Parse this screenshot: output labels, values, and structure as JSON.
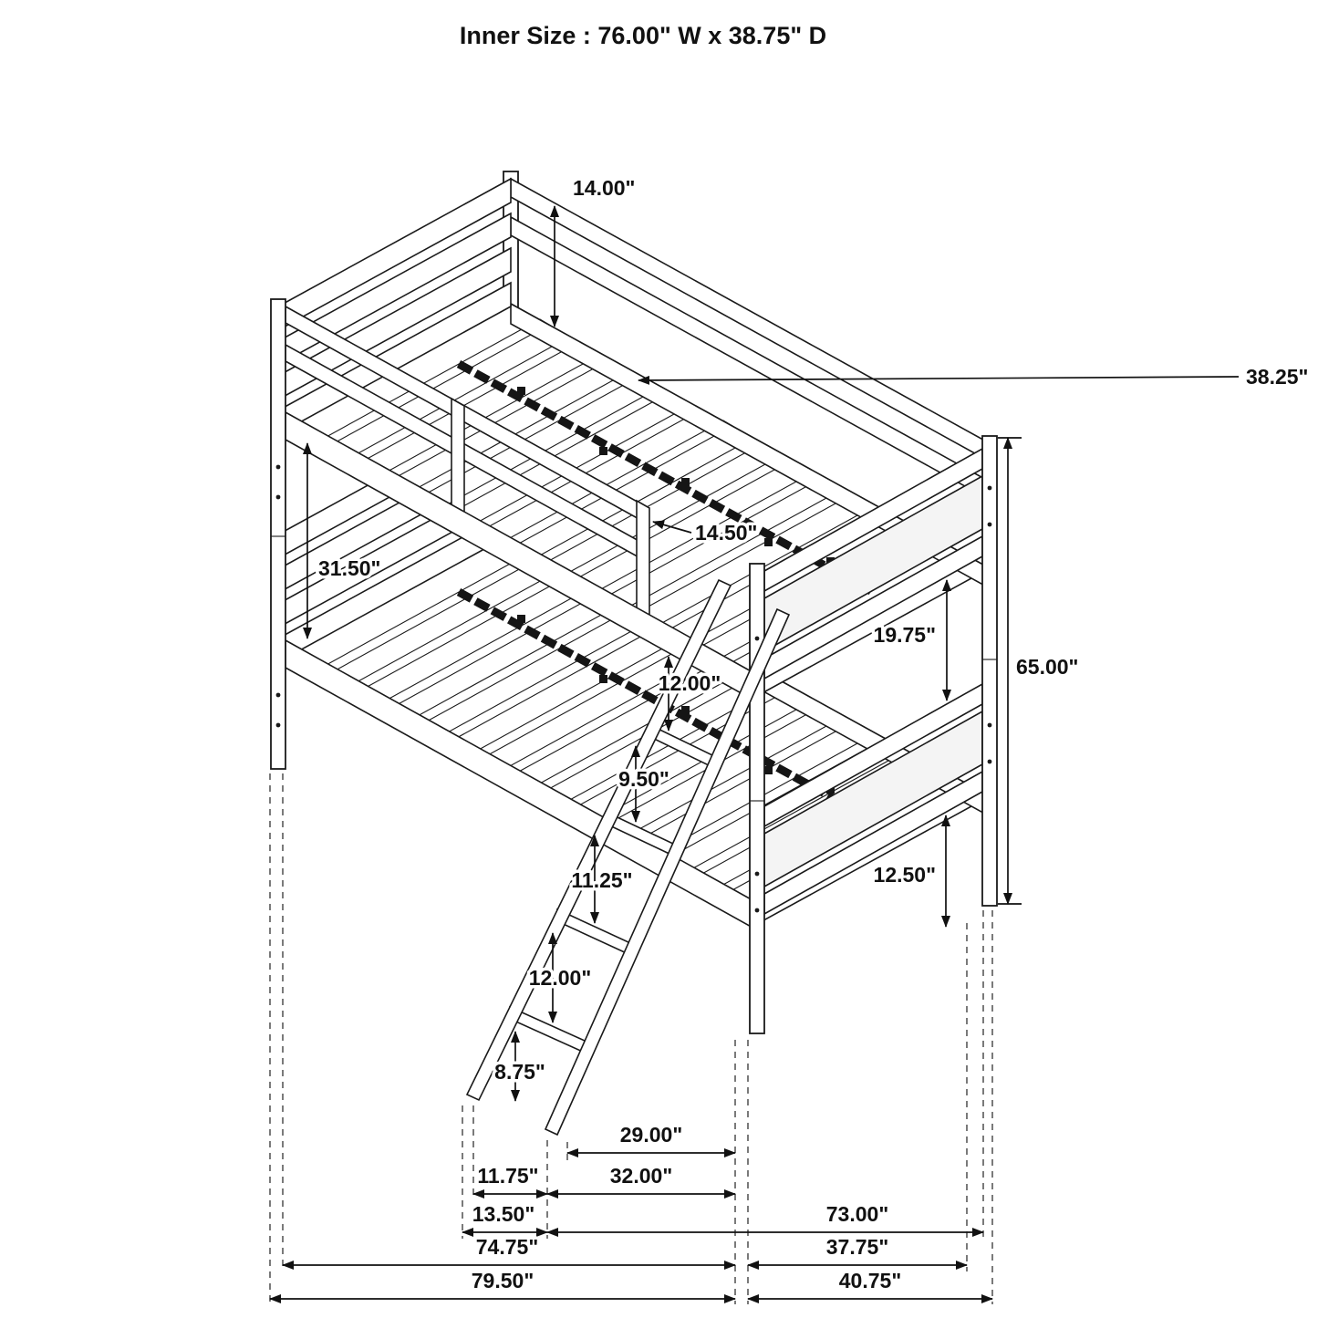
{
  "header": {
    "title": "Inner Size : 76.00\" W x  38.75\" D"
  },
  "colors": {
    "line": "#1a1a1a",
    "background": "#ffffff"
  },
  "dims": {
    "headboard_rail_height": "14.00\"",
    "mattress_width": "38.25\"",
    "bunk_clearance": "31.50\"",
    "guard_opening": "14.50\"",
    "foot_clearance": "19.75\"",
    "overall_height": "65.00\"",
    "rail_to_step1": "12.00\"",
    "step1_to_step2": "9.50\"",
    "step2_to_step3": "11.25\"",
    "step3_to_step4": "12.00\"",
    "step4_to_floor": "8.75\"",
    "leg_height": "12.50\"",
    "ladder_offset": "29.00\"",
    "ladder_inner_width": "11.75\"",
    "ladder_span": "32.00\"",
    "ladder_outer_width": "13.50\"",
    "inner_length": "73.00\"",
    "length_to_ladder_foot": "74.75\"",
    "foot_depth": "37.75\"",
    "overall_length": "79.50\"",
    "overall_depth": "40.75\""
  }
}
